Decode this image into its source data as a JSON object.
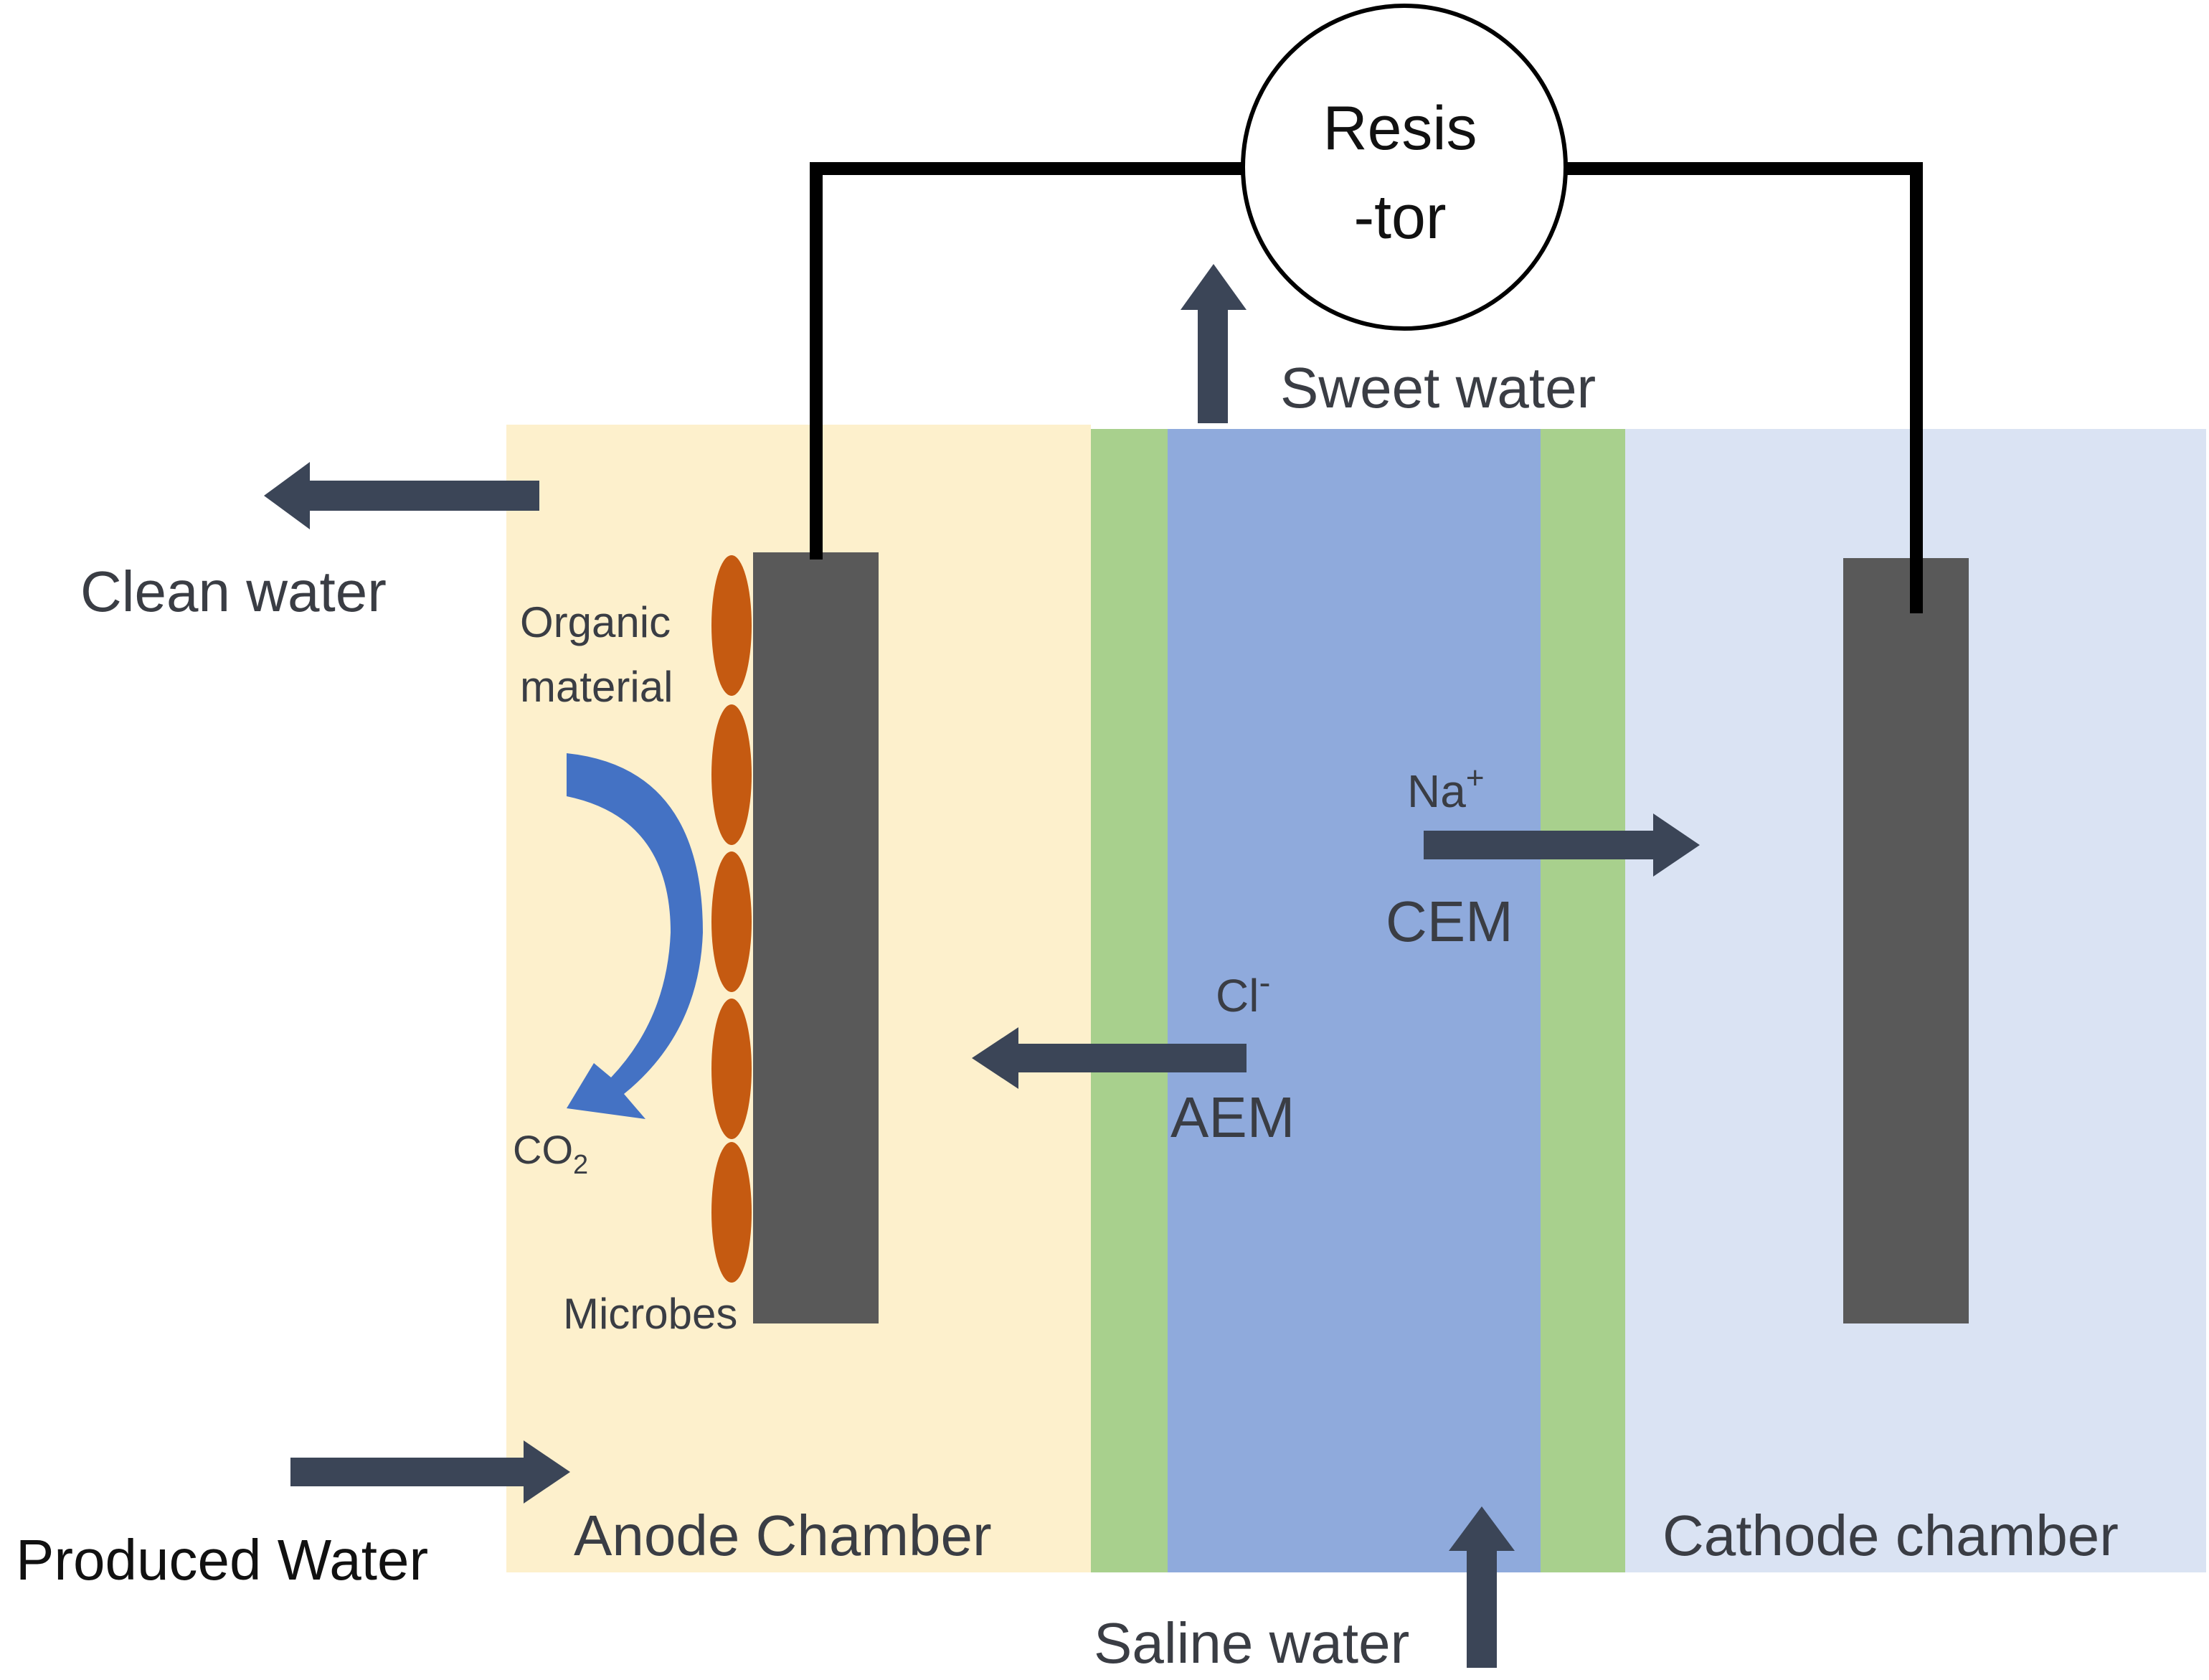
{
  "labels": {
    "resistor_line1": "Resis",
    "resistor_line2": "-tor",
    "sweet_water": "Sweet water",
    "clean_water": "Clean water",
    "organic_line1": "Organic",
    "organic_line2": "material",
    "co2_base": "CO",
    "co2_sub": "2",
    "microbes": "Microbes",
    "na_base": "Na",
    "na_sup": "+",
    "cem": "CEM",
    "cl_base": "Cl",
    "cl_sup": "-",
    "aem": "AEM",
    "anode_chamber": "Anode Chamber",
    "cathode_chamber": "Cathode chamber",
    "produced_water": "Produced Water",
    "saline_water": "Saline water"
  },
  "colors": {
    "anode_chamber": "#fdf0cc",
    "membrane": "#a8d08d",
    "saline_channel": "#8faadc",
    "cathode_chamber": "#dae3f3",
    "electrode": "#595959",
    "wire": "#000000",
    "arrow": "#3b4557",
    "microbe": "#c55a11",
    "co2_arrow": "#4472c4"
  }
}
